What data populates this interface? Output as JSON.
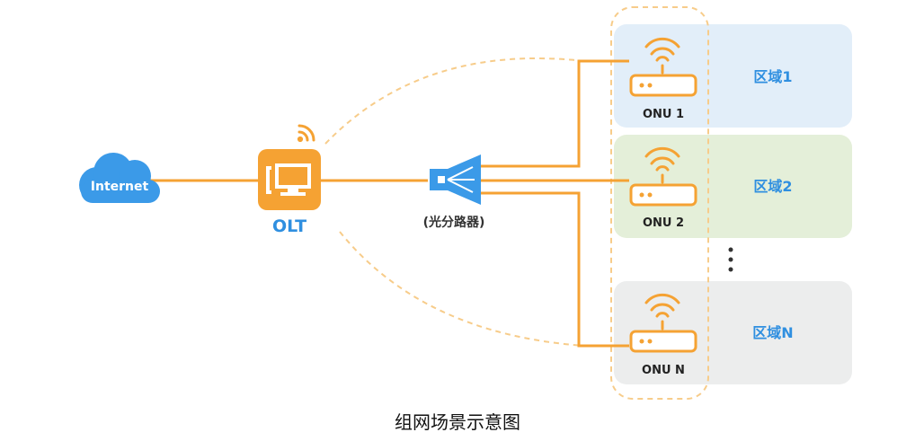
{
  "internet_label": "Internet",
  "olt_label": "OLT",
  "splitter_label": "(光分路器)",
  "onus": [
    {
      "label": "ONU 1",
      "zone": "区域1",
      "zone_color": "#e2eef9"
    },
    {
      "label": "ONU 2",
      "zone": "区域2",
      "zone_color": "#e4efd9"
    },
    {
      "label": "ONU N",
      "zone": "区域N",
      "zone_color": "#eceded"
    }
  ],
  "caption": "组网场景示意图",
  "colors": {
    "orange": "#f5a233",
    "blue": "#2f8fe0",
    "cloud": "#3b9ae8",
    "dashed": "#f7cc8a"
  }
}
